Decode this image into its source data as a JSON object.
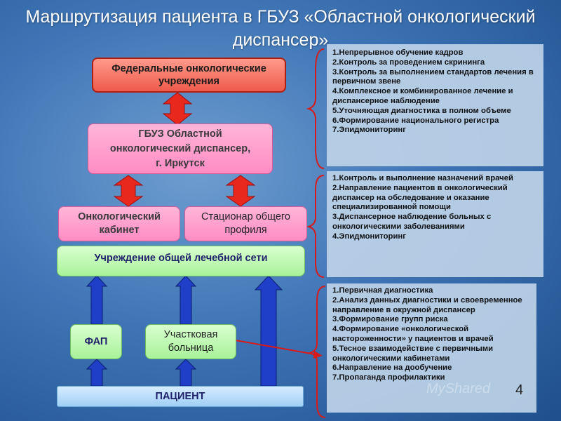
{
  "title": "Маршрутизация пациента в ГБУЗ «Областной онкологический диспансер»",
  "boxes": {
    "federal": "Федеральные онкологические учреждения",
    "gbuz": "ГБУЗ Областной онкологический диспансер, г. Иркутск",
    "onco_cabinet": "Онкологический кабинет",
    "hospital": "Стационар общего профиля",
    "general_network": "Учреждение общей лечебной сети",
    "fap": "ФАП",
    "district_hospital": "Участковая больница",
    "patient": "ПАЦИЕНТ"
  },
  "panels": [
    {
      "items": [
        "1.Непрерывное обучение кадров",
        "2.Контроль за проведением скрининга",
        "3.Контроль за выполнением стандартов лечения в первичном звене",
        "4.Комплексное и комбинированное лечение и диспансерное наблюдение",
        "5.Уточняющая диагностика в полном объеме",
        "6.Формирование национального регистра",
        "7.Эпидмониторинг"
      ]
    },
    {
      "items": [
        "1.Контроль и выполнение назначений врачей",
        "2.Направление пациентов в онкологический диспансер на обследование и оказание специализированной помощи",
        "3.Диспансерное наблюдение больных с онкологическими заболеваниями",
        "4.Эпидмониторинг"
      ]
    },
    {
      "items": [
        "1.Первичная диагностика",
        "2.Анализ данных диагностики и своевременное направление в окружной диспансер",
        "3.Формирование групп риска",
        "4.Формирование «онкологической настороженности» у пациентов и врачей",
        "5.Тесное взаимодействие с первичными онкологическими кабинетами",
        "6.Направление на дообучение",
        "7.Пропаганда профилактики"
      ]
    }
  ],
  "page_number": "4",
  "watermark": "MyShared",
  "colors": {
    "background": "#3f75b6",
    "arrow_red": "#e8271d",
    "arrow_blue": "#1f3fc8",
    "bracket_red": "#d81a1a"
  }
}
